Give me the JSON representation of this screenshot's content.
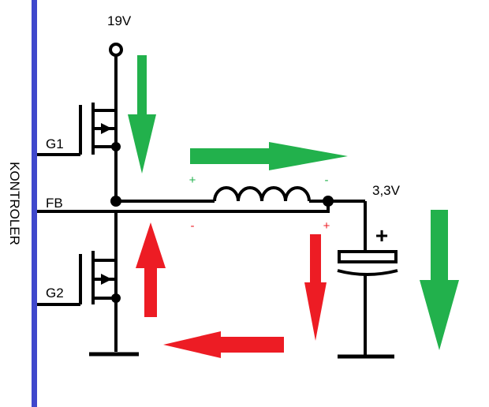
{
  "labels": {
    "supply": "19V",
    "output": "3,3V",
    "controller": "KONTROLER",
    "gate1": "G1",
    "gate2": "G2",
    "feedback": "FB",
    "inductor_left_polarity": "+",
    "inductor_right_polarity": "-",
    "return_left_polarity": "-",
    "return_right_polarity": "+",
    "capacitor_polarity": "+"
  },
  "colors": {
    "wire": "#000000",
    "controller_bar": "#3f48cc",
    "charge_path": "#22b14c",
    "discharge_path": "#ed1c24"
  },
  "icons": {
    "high_side_switch": "n-mosfet-icon",
    "low_side_switch": "n-mosfet-icon",
    "inductor": "inductor-icon",
    "capacitor": "polarized-capacitor-icon",
    "ground": "ground-icon"
  }
}
